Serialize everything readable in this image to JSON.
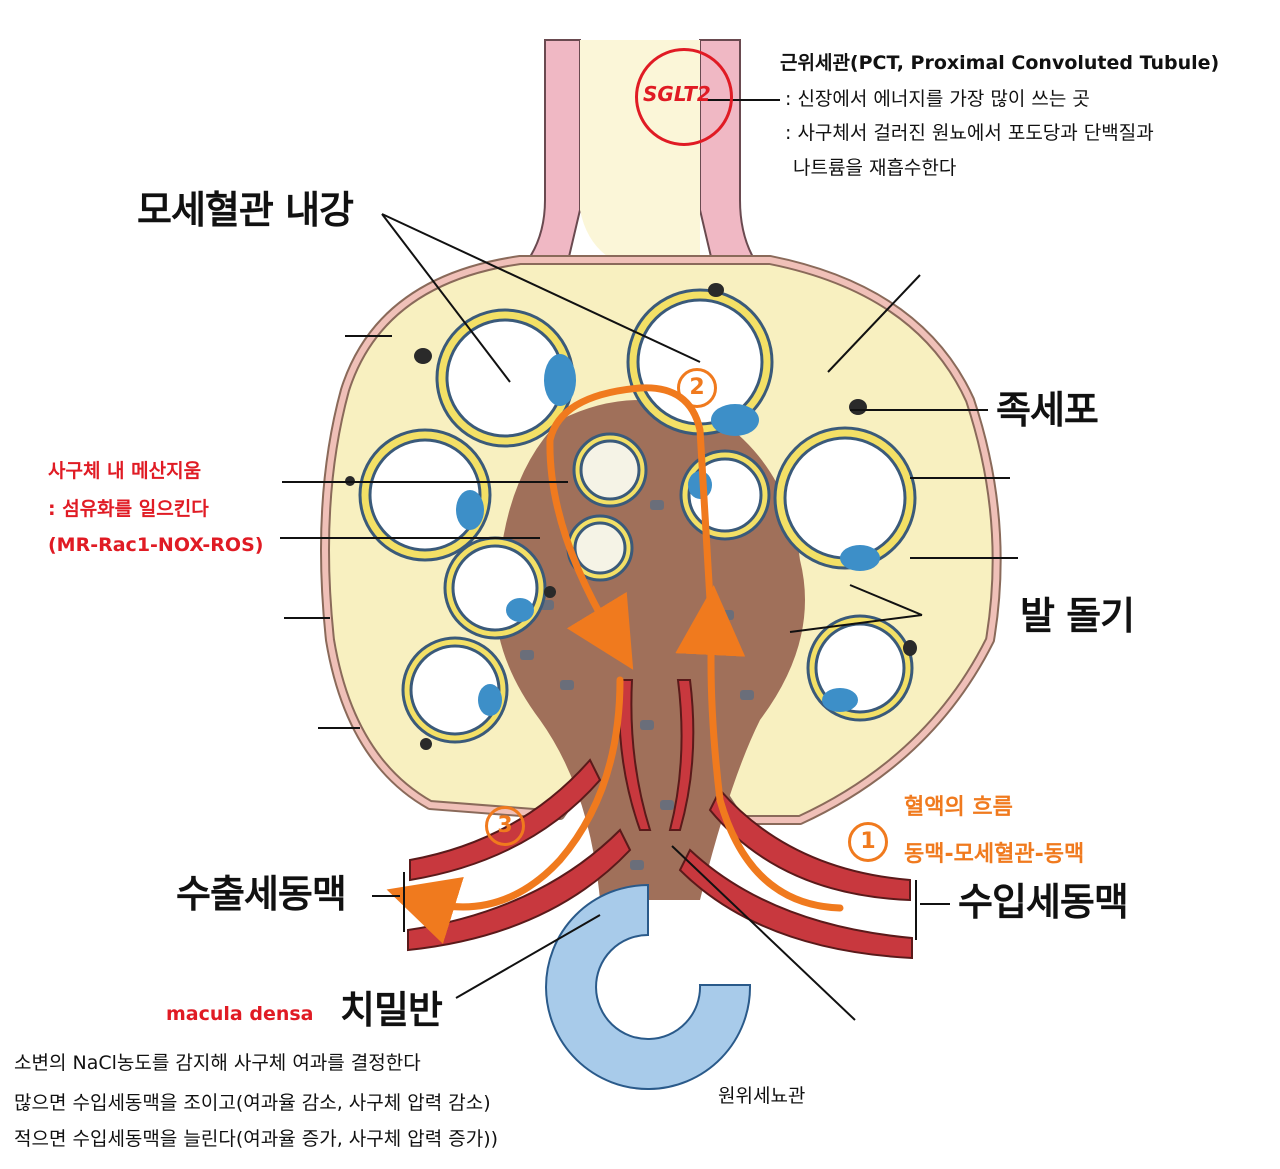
{
  "labels": {
    "capillary_lumen": "모세혈관 내강",
    "podocyte": "족세포",
    "foot_process": "발 돌기",
    "efferent_arteriole": "수출세동맥",
    "afferent_arteriole": "수입세동맥",
    "macula_densa_en": "macula densa",
    "macula_densa_kr": "치밀반",
    "distal_tubule": "원위세뇨관",
    "sglt2": "SGLT2"
  },
  "pct": {
    "title": "근위세관(PCT, Proximal Convoluted Tubule)",
    "line1": ": 신장에서 에너지를 가장 많이 쓰는 곳",
    "line2": ": 사구체서 걸러진 원뇨에서 포도당과 단백질과",
    "line3": "나트륨을 재흡수한다"
  },
  "mesangial": {
    "title": "사구체 내 메산지움",
    "line1": ": 섬유화를 일으킨다",
    "line2": "(MR-Rac1-NOX-ROS)"
  },
  "blood_flow": {
    "title": "혈액의 흐름",
    "path": "동맥-모세혈관-동맥"
  },
  "markers": [
    "1",
    "2",
    "3"
  ],
  "macula_note": {
    "line1": "소변의 NaCl농도를 감지해 사구체 여과를 결정한다",
    "line2": "많으면 수입세동맥을 조이고(여과율 감소, 사구체 압력 감소)",
    "line3": "적으면 수입세동맥을 늘린다(여과율 증가, 사구체 압력 증가))"
  },
  "colors": {
    "capsule_fill": "#f8f0c0",
    "mesangium": "#a0705a",
    "podocyte": "#f3e066",
    "endothelium": "#3d8fc8",
    "arteriole": "#c8383e",
    "tubule": "#e8a0b0",
    "flow_arrow": "#f07a1e",
    "accent_red": "#e01b24"
  }
}
